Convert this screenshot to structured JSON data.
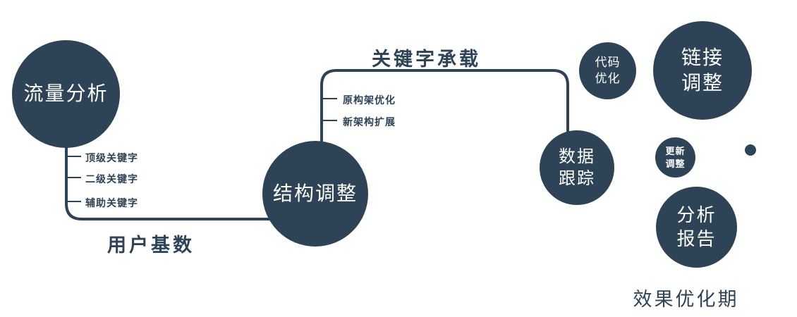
{
  "colors": {
    "primary": "#2e4356",
    "background": "#ffffff"
  },
  "nodes": {
    "traffic": {
      "label": "流量分析"
    },
    "structure": {
      "label": "结构调整"
    },
    "tracking": {
      "line1": "数据",
      "line2": "跟踪"
    },
    "code": {
      "line1": "代码",
      "line2": "优化"
    },
    "link": {
      "line1": "链接",
      "line2": "调整"
    },
    "update": {
      "line1": "更新",
      "line2": "调整"
    },
    "report": {
      "line1": "分析",
      "line2": "报告"
    }
  },
  "edge_labels": {
    "user_base": "用户基数",
    "keyword_bearing": "关键字承载"
  },
  "ticks": {
    "traffic": [
      "顶级关键字",
      "二级关键字",
      "辅助关键字"
    ],
    "structure": [
      "原构架优化",
      "新架构扩展"
    ]
  },
  "footer": {
    "phase": "效果优化期"
  }
}
